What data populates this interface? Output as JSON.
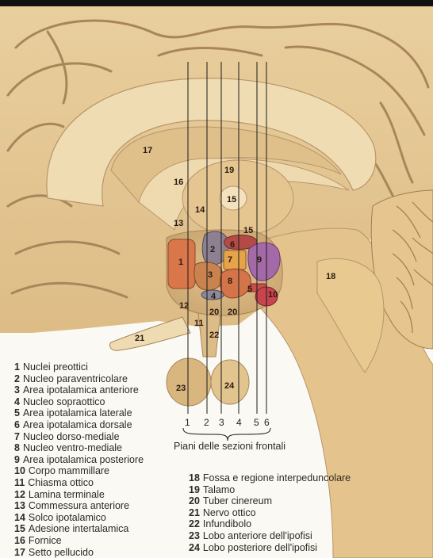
{
  "legend_left": [
    {
      "n": "1",
      "label": "Nuclei preottici"
    },
    {
      "n": "2",
      "label": "Nucleo paraventricolare"
    },
    {
      "n": "3",
      "label": "Area ipotalamica anteriore"
    },
    {
      "n": "4",
      "label": "Nucleo sopraottico"
    },
    {
      "n": "5",
      "label": "Area ipotalamica laterale"
    },
    {
      "n": "6",
      "label": "Area ipotalamica dorsale"
    },
    {
      "n": "7",
      "label": "Nucleo dorso-mediale"
    },
    {
      "n": "8",
      "label": "Nucleo ventro-mediale"
    },
    {
      "n": "9",
      "label": "Area ipotalamica posteriore"
    },
    {
      "n": "10",
      "label": "Corpo mammillare"
    },
    {
      "n": "11",
      "label": "Chiasma ottico"
    },
    {
      "n": "12",
      "label": "Lamina terminale"
    },
    {
      "n": "13",
      "label": "Commessura anteriore"
    },
    {
      "n": "14",
      "label": "Solco ipotalamico"
    },
    {
      "n": "15",
      "label": "Adesione intertalamica"
    },
    {
      "n": "16",
      "label": "Fornice"
    },
    {
      "n": "17",
      "label": "Setto pellucido"
    }
  ],
  "legend_right": [
    {
      "n": "18",
      "label": "Fossa e regione interpeduncolare"
    },
    {
      "n": "19",
      "label": "Talamo"
    },
    {
      "n": "20",
      "label": "Tuber cinereum"
    },
    {
      "n": "21",
      "label": "Nervo ottico"
    },
    {
      "n": "22",
      "label": "Infundibolo"
    },
    {
      "n": "23",
      "label": "Lobo anteriore dell'ipofisi"
    },
    {
      "n": "24",
      "label": "Lobo posteriore dell'ipofisi"
    }
  ],
  "planes_caption": "Piani delle sezioni frontali",
  "plane_numbers": [
    "1",
    "2",
    "3",
    "4",
    "5",
    "6"
  ],
  "diagram_labels": {
    "l1": "1",
    "l2": "2",
    "l3": "3",
    "l4": "4",
    "l5": "5",
    "l6": "6",
    "l7": "7",
    "l8": "8",
    "l9": "9",
    "l10": "10",
    "l11": "11",
    "l12": "12",
    "l13": "13",
    "l14": "14",
    "l15a": "15",
    "l15b": "15",
    "l16": "16",
    "l17": "17",
    "l18": "18",
    "l19": "19",
    "l20a": "20",
    "l20b": "20",
    "l21": "21",
    "l22": "22",
    "l23": "23",
    "l24": "24"
  },
  "colors": {
    "brain": "#e6c896",
    "sulcus": "#a8865a",
    "nucleus_1": "#d9774a",
    "nucleus_2": "#8d8090",
    "nucleus_3": "#c9834e",
    "nucleus_6": "#b24a45",
    "nucleus_7": "#e6a34a",
    "nucleus_8": "#d4744a",
    "nucleus_9": "#a46aa8",
    "nucleus_10": "#c84550"
  }
}
